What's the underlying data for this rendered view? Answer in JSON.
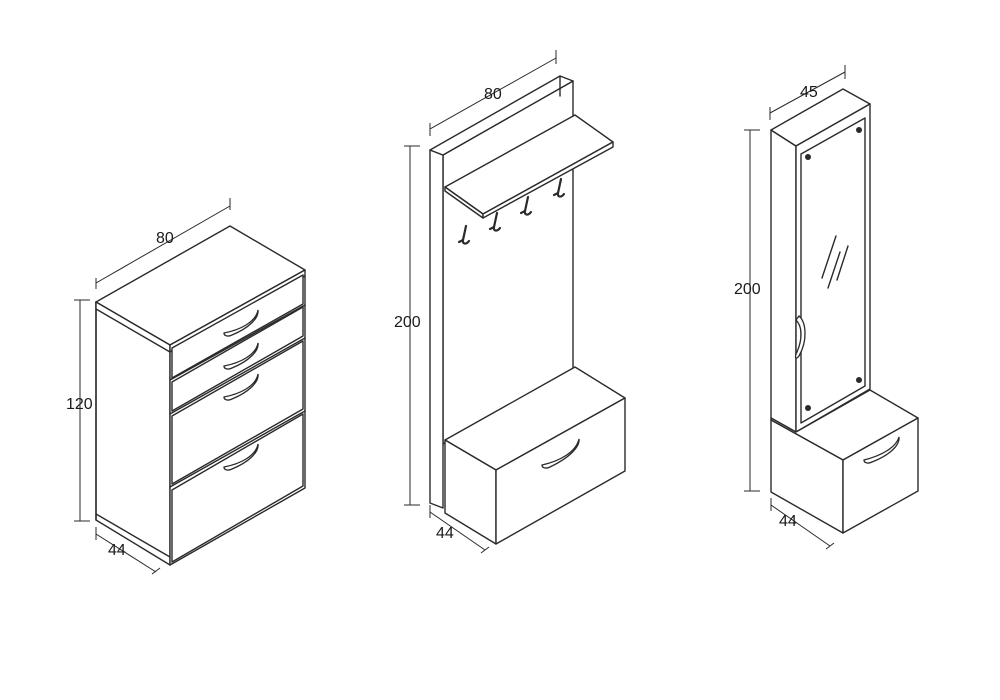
{
  "pieces": [
    {
      "id": "shoe-cabinet",
      "dims": {
        "width": "80",
        "depth": "44",
        "height": "120"
      }
    },
    {
      "id": "coat-rack-bench",
      "dims": {
        "width": "80",
        "depth": "44",
        "height": "200"
      }
    },
    {
      "id": "mirror-hall-unit",
      "dims": {
        "width": "45",
        "depth": "44",
        "height": "200"
      }
    }
  ]
}
